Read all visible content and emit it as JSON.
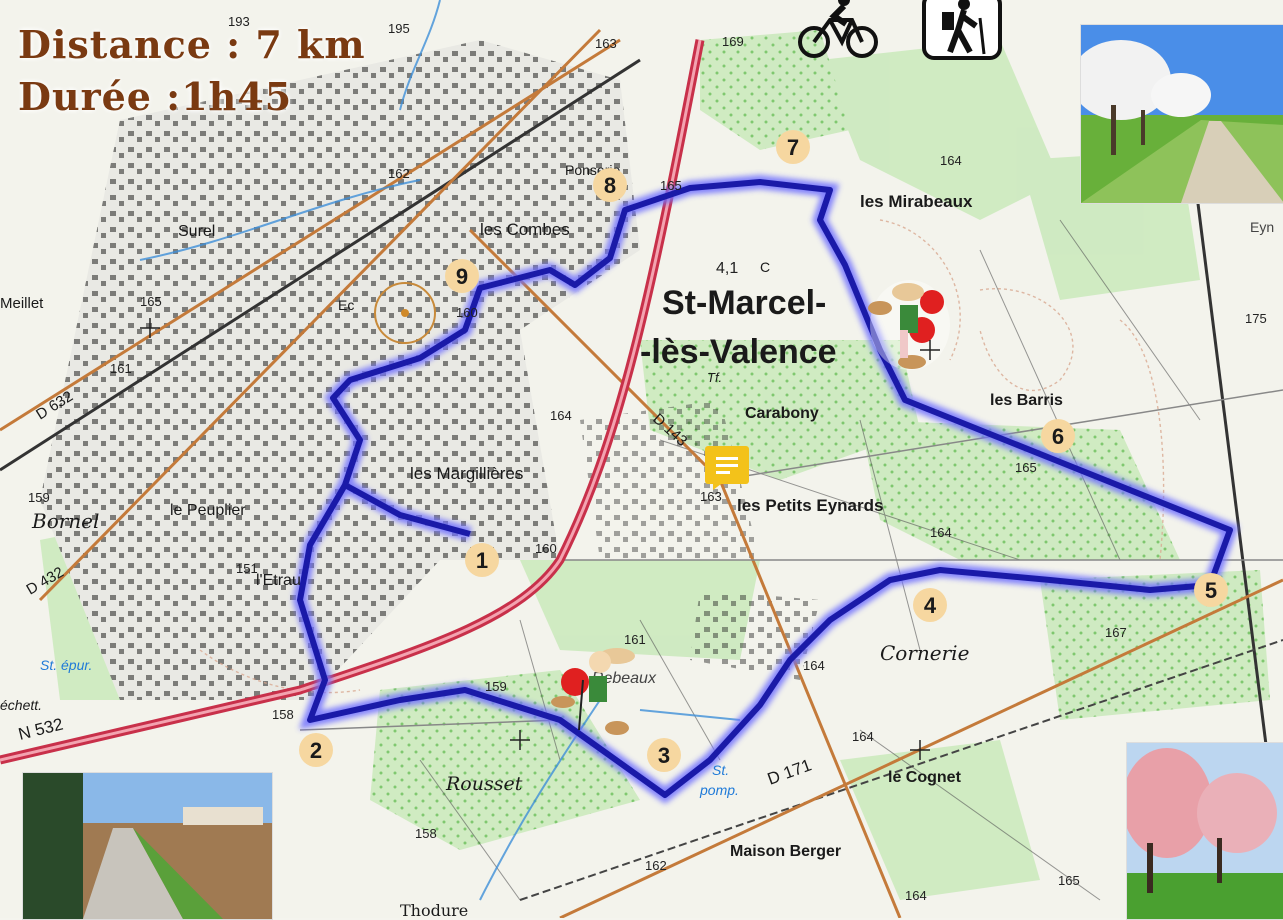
{
  "route": {
    "distance": "Distance : 7 km",
    "duration": "Durée :1h45"
  },
  "activities": [
    {
      "name": "velo",
      "icon": "bicycle-icon"
    },
    {
      "name": "randonnee",
      "icon": "hiker-icon"
    }
  ],
  "waypoints": [
    "1",
    "2",
    "3",
    "4",
    "5",
    "6",
    "7",
    "8",
    "9"
  ],
  "places": {
    "town": [
      "St-Marcel-",
      "-lès-Valence"
    ],
    "mirabeaux": "les Mirabeaux",
    "combes": "les Combes",
    "ponserie": "Ponserie",
    "surel": "Surel",
    "meillet": "Meillet",
    "carabony": "Carabony",
    "barris": "les Barris",
    "margillieres": "les Margillières",
    "petits_eynards": "les Petits Eynards",
    "peuplier": "le Peuplier",
    "bornel": "Bornel",
    "etrau": "l'Etrau",
    "cornerie": "Cornerie",
    "cognet": "le Cognet",
    "rousset": "Rousset",
    "maison_berger": "Maison Berger",
    "thodure": "Thodure",
    "rebeaux": "les Rebeaux",
    "st_pomp": [
      "St.",
      "pomp."
    ],
    "st_epur": "St. épur.",
    "eyn": "Eyn",
    "echett": "échett.",
    "tf": "Tf.",
    "ec": "Ec",
    "c": "C"
  },
  "roads": {
    "d632": "D 632",
    "d432": "D 432",
    "n532": "N 532",
    "d143": "D 143",
    "d171": "D 171"
  },
  "elevations": {
    "e193": "193",
    "e195": "195",
    "e163a": "163",
    "e169": "169",
    "e164a": "164",
    "e162": "162",
    "e165a": "165",
    "e165b": "165",
    "e161a": "161",
    "e160a": "160",
    "e164b": "164",
    "e159a": "159",
    "e163b": "163",
    "e164c": "164",
    "e160b": "160",
    "e175": "175",
    "e165c": "165",
    "e151": "151",
    "e167": "167",
    "e161b": "161",
    "e164d": "164",
    "e159b": "159",
    "e158a": "158",
    "e164e": "164",
    "e158b": "158",
    "e162b": "162",
    "e164f": "164",
    "e165d": "165",
    "e4_1": "4,1"
  },
  "colors": {
    "route": "#1a1aa8",
    "route_glow": "#6f6fff",
    "title": "#7a3a12",
    "waypoint_fill": "#f6d7a0",
    "main_road": "#c8304a",
    "secondary_road": "#c47a3a",
    "vegetation": "#b9e3a8"
  }
}
